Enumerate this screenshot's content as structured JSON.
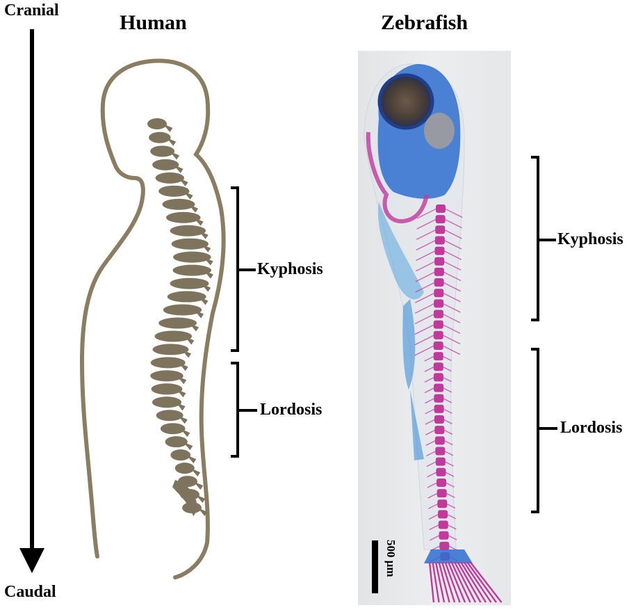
{
  "axis": {
    "top_label": "Cranial",
    "bottom_label": "Caudal"
  },
  "human": {
    "title": "Human",
    "regions": [
      {
        "label": "Kyphosis"
      },
      {
        "label": "Lordosis"
      }
    ]
  },
  "zebrafish": {
    "title": "Zebrafish",
    "regions": [
      {
        "label": "Kyphosis"
      },
      {
        "label": "Lordosis"
      }
    ],
    "scale_bar": "500 μm"
  },
  "colors": {
    "silhouette": "#8b7d62",
    "spine": "#7e745e",
    "photo_bg": "#e7e8ea",
    "cartilage_blue": "#2f6fd0",
    "bone_magenta": "#c03a9c",
    "ink": "#000000"
  }
}
